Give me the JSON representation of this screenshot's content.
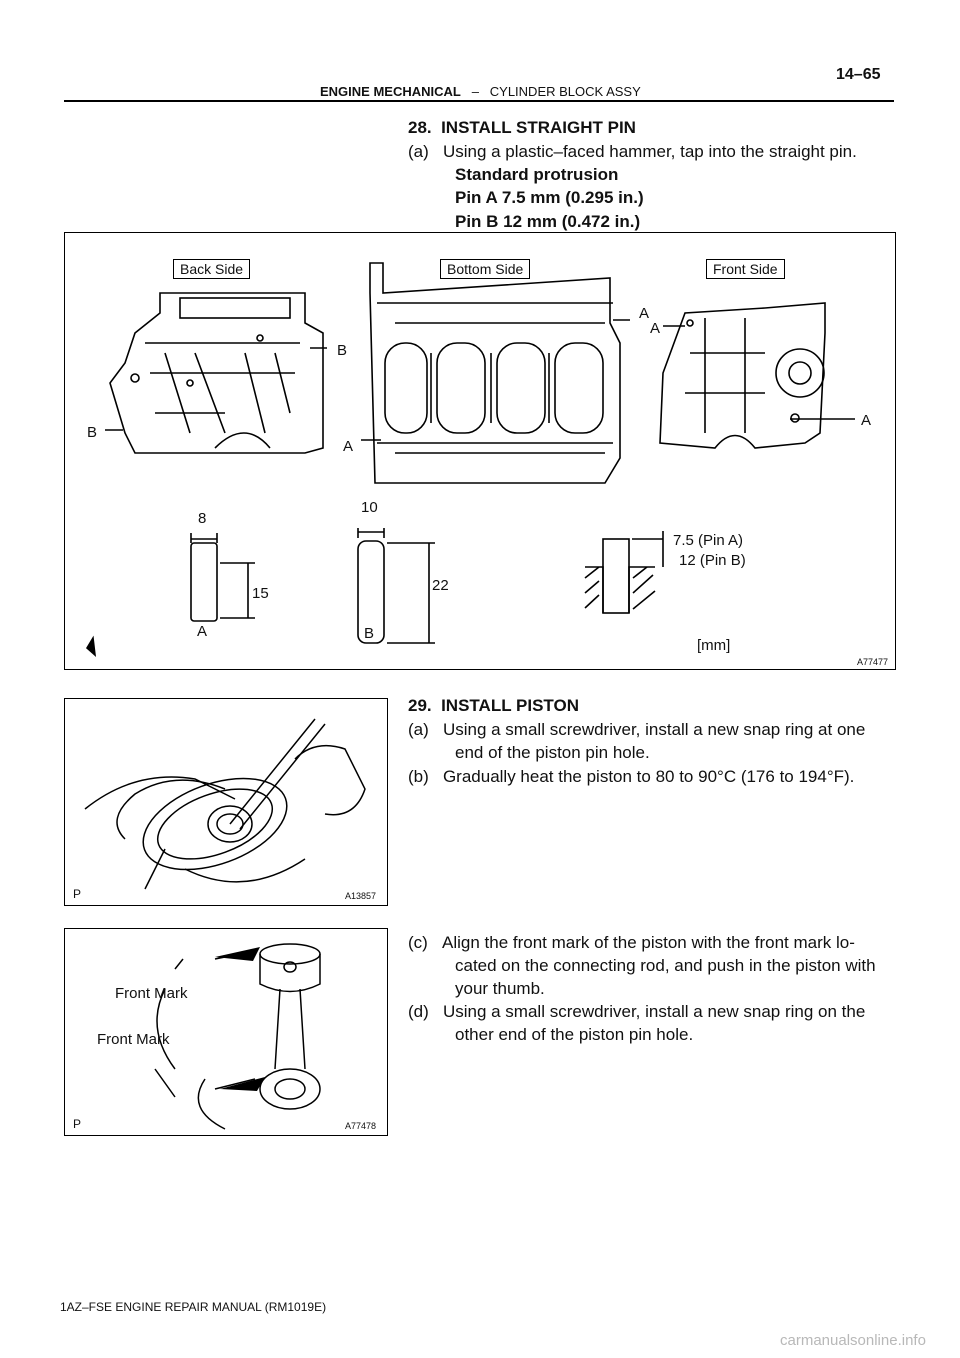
{
  "header": {
    "section": "ENGINE MECHANICAL",
    "separator": "–",
    "subsection": "CYLINDER BLOCK ASSY",
    "page": "14–65"
  },
  "step28": {
    "title": "28.  INSTALL STRAIGHT PIN",
    "a": "(a)   Using a plastic–faced hammer, tap into the straight pin.",
    "std": "Standard protrusion",
    "pinA": "Pin A  7.5 mm (0.295 in.)",
    "pinB": "Pin B  12 mm (0.472 in.)"
  },
  "figure1": {
    "labels": [
      "Back Side",
      "Bottom Side",
      "Front Side"
    ],
    "letters": {
      "b1": "B",
      "b2": "B",
      "a1": "A",
      "a2": "A",
      "a3": "A",
      "a4": "A"
    },
    "pinA": {
      "width": "8",
      "height": "15",
      "name": "A"
    },
    "pinB": {
      "width": "10",
      "height": "22",
      "name": "B"
    },
    "protrusion1": "7.5 (Pin A)",
    "protrusion2": "12 (Pin B)",
    "unit": "[mm]",
    "id": "A77477"
  },
  "step29": {
    "title": "29.  INSTALL PISTON",
    "a1": "(a)   Using a small screwdriver, install a new snap ring at one",
    "a2": "end of the piston pin hole.",
    "b": "(b)   Gradually heat the piston to 80 to 90°C (176 to 194°F).",
    "c1": "(c)   Align the front mark of the piston with the front mark lo-",
    "c2": "cated on the connecting rod, and push in the piston with",
    "c3": "your thumb.",
    "d1": "(d)   Using a small screwdriver, install a new snap ring on the",
    "d2": "other end of the piston pin hole."
  },
  "figure2": {
    "marker": "P",
    "id": "A13857"
  },
  "figure3": {
    "marker": "P",
    "id": "A77478",
    "mark1": "Front Mark",
    "mark2": "Front Mark"
  },
  "footer": "1AZ–FSE ENGINE REPAIR MANUAL   (RM1019E)",
  "watermark": "carmanualsonline.info"
}
